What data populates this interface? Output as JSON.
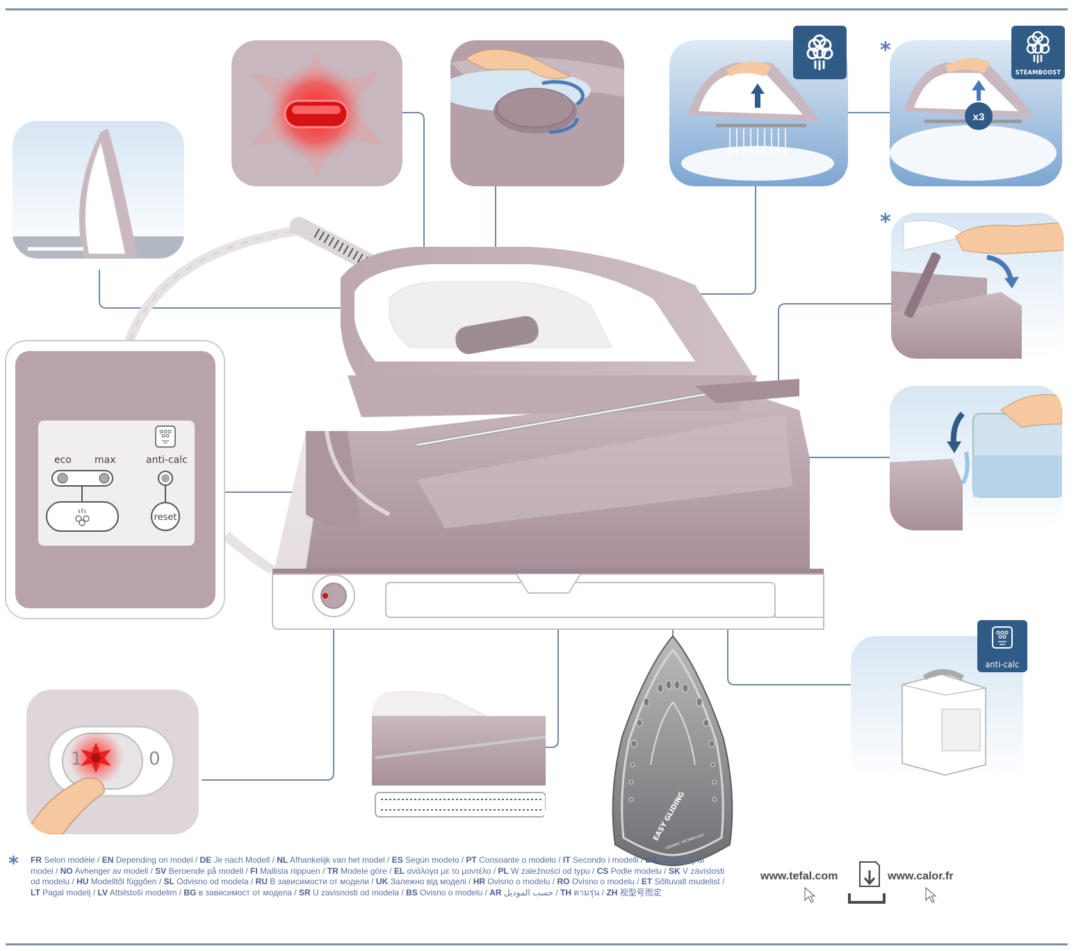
{
  "control_panel": {
    "eco_label": "eco",
    "max_label": "max",
    "anticalc_label": "anti-calc",
    "reset_label": "reset"
  },
  "switch_labels": {
    "on": "1",
    "off": "0"
  },
  "steam_badge": {
    "icon": "steam-icon"
  },
  "steamboost_badge": {
    "icon": "steam-boost-icon",
    "label": "STEAMBOOST",
    "multiplier": "x3"
  },
  "anticalc_badge": {
    "icon": "anti-calc-icon",
    "label": "anti-calc"
  },
  "model_marker": "*",
  "soleplate_text": {
    "brand": "EASY GLIDING",
    "sub": "CERAMIC TECHNOLOGY"
  },
  "footer": {
    "asterisk": "*",
    "entries": [
      {
        "code": "FR",
        "text": "Selon modèle"
      },
      {
        "code": "EN",
        "text": "Depending on model"
      },
      {
        "code": "DE",
        "text": "Je nach Modell"
      },
      {
        "code": "NL",
        "text": "Afhankelijk van het model"
      },
      {
        "code": "ES",
        "text": "Según modelo"
      },
      {
        "code": "PT",
        "text": "Consoante o modelo"
      },
      {
        "code": "IT",
        "text": "Secondo i modelli"
      },
      {
        "code": "DA",
        "text": "Afhængig af model"
      },
      {
        "code": "NO",
        "text": "Avhenger av modell"
      },
      {
        "code": "SV",
        "text": "Beroende på modell"
      },
      {
        "code": "FI",
        "text": "Mallista riippuen"
      },
      {
        "code": "TR",
        "text": "Modele göre"
      },
      {
        "code": "EL",
        "text": "ανάλογα με το μοντέλο"
      },
      {
        "code": "PL",
        "text": "W zależności od typu"
      },
      {
        "code": "CS",
        "text": "Podle modelu"
      },
      {
        "code": "SK",
        "text": "V závislosti od modelu"
      },
      {
        "code": "HU",
        "text": "Modelltől függően"
      },
      {
        "code": "SL",
        "text": "Odvisno od modela"
      },
      {
        "code": "RU",
        "text": "В зависимости от модели"
      },
      {
        "code": "UK",
        "text": "Залежно від моделі"
      },
      {
        "code": "HR",
        "text": "Ovisno o modelu"
      },
      {
        "code": "RO",
        "text": "Ovisno o modelu"
      },
      {
        "code": "ET",
        "text": "Sõltuvalt mudelist"
      },
      {
        "code": "LT",
        "text": "Pagal modelį"
      },
      {
        "code": "LV",
        "text": "Atbilstoši modelim"
      },
      {
        "code": "BG",
        "text": "в зависимост от модела"
      },
      {
        "code": "SR",
        "text": "U zavisnosti od modela"
      },
      {
        "code": "BS",
        "text": "Ovisno o modelu"
      },
      {
        "code": "AR",
        "text": "حسب الموديل"
      },
      {
        "code": "TH",
        "text": "ตามรุ่น"
      },
      {
        "code": "ZH",
        "text": "视型号而定"
      }
    ]
  },
  "links": {
    "url1": "www.tefal.com",
    "url2": "www.calor.fr"
  },
  "colors": {
    "mauve": "#b8a3ac",
    "badge_blue": "#2f5b86",
    "leader_blue": "#7088a8",
    "frame": "#7e90a4"
  }
}
